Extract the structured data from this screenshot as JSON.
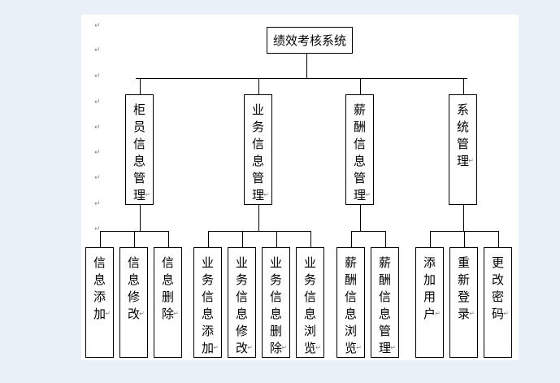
{
  "root": {
    "label": "绩效考核系统"
  },
  "modules": [
    {
      "label": "柜员信息管理",
      "children": [
        "信息添加",
        "信息修改",
        "信息删除"
      ]
    },
    {
      "label": "业务信息管理",
      "children": [
        "业务信息添加",
        "业务信息修改",
        "业务信息删除",
        "业务信息浏览"
      ]
    },
    {
      "label": "薪酬信息管理",
      "children": [
        "薪酬信息浏览",
        "薪酬信息管理"
      ]
    },
    {
      "label": "系统管理",
      "children": [
        "添加用户",
        "重新登录",
        "更改密码"
      ]
    }
  ],
  "paragraph_mark": "↵"
}
